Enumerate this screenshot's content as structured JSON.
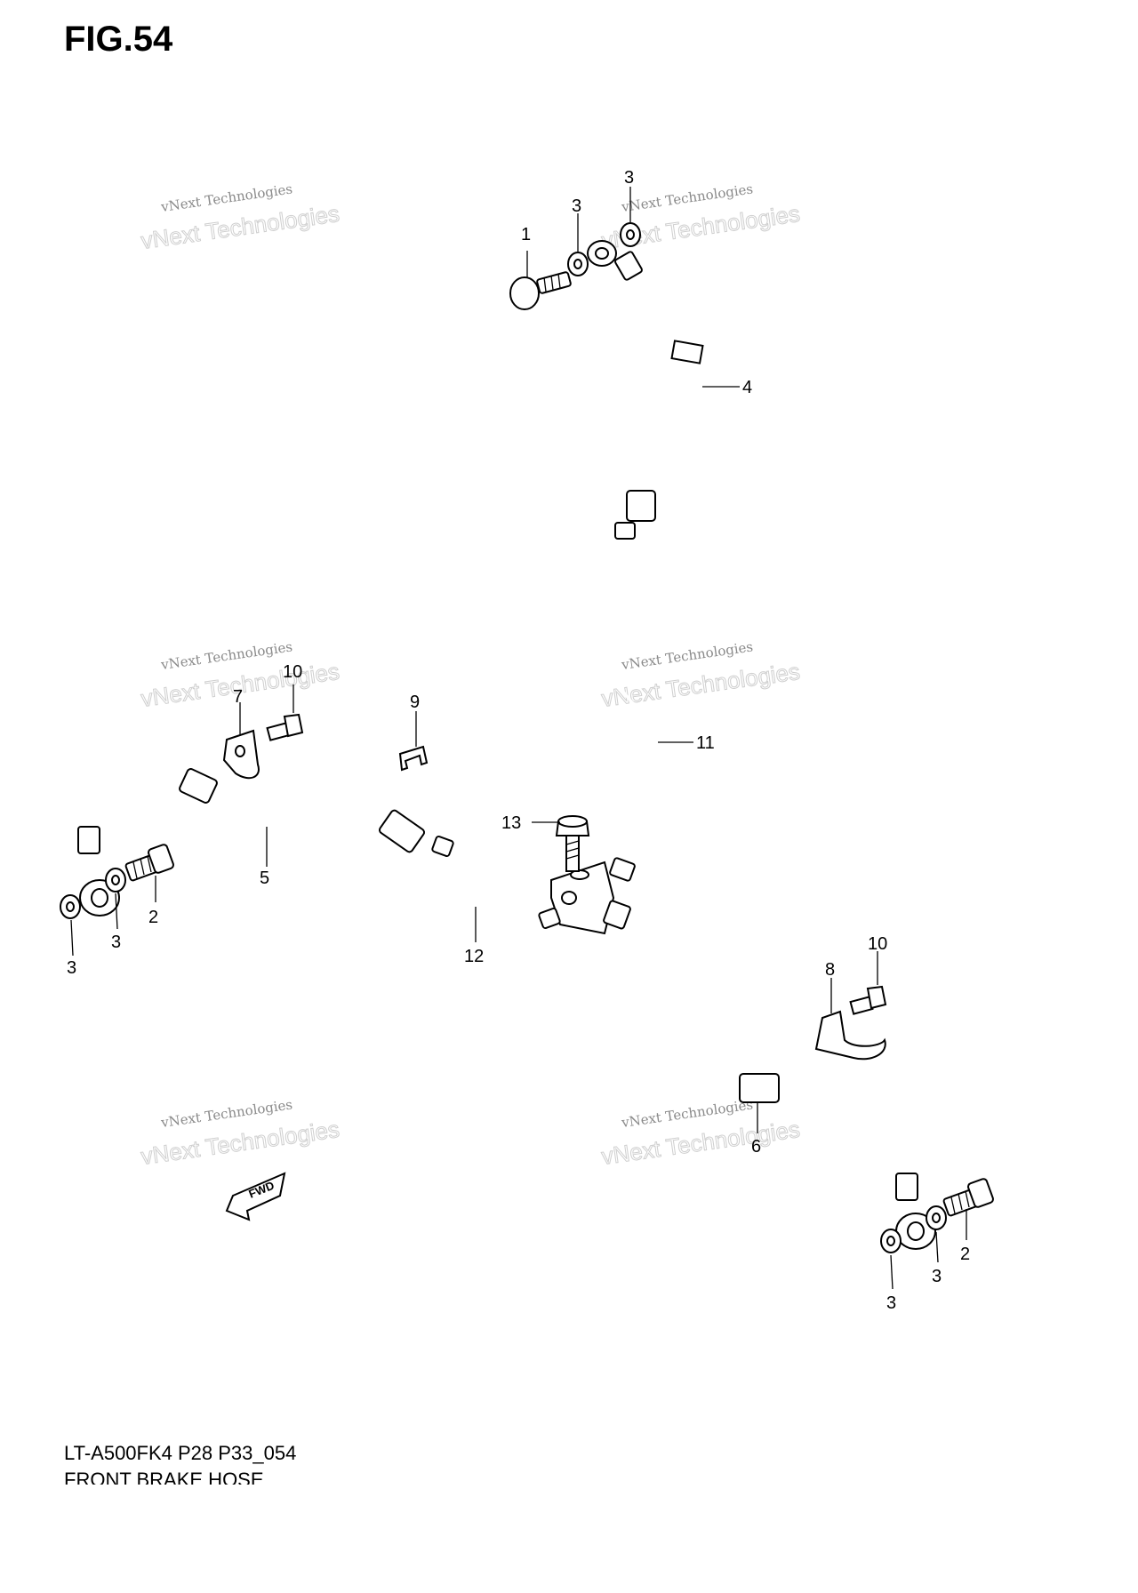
{
  "header": {
    "figure": "FIG.54"
  },
  "footer": {
    "model": "LT-A500FK4 P28 P33_054",
    "caption": "FRONT BRAKE  HOSE"
  },
  "watermark": {
    "line1": "vNext Technologies",
    "line2": "vNext Technologies"
  },
  "callouts": {
    "c1": "1",
    "c2a": "2",
    "c2b": "2",
    "c3_top1": "3",
    "c3_top2": "3",
    "c3_left1": "3",
    "c3_left2": "3",
    "c3_right1": "3",
    "c3_right2": "3",
    "c4": "4",
    "c5": "5",
    "c6": "6",
    "c7": "7",
    "c8": "8",
    "c9": "9",
    "c10a": "10",
    "c10b": "10",
    "c11": "11",
    "c12": "12",
    "c13": "13"
  },
  "fwd_label": "FWD",
  "colors": {
    "line": "#000000",
    "background": "#ffffff",
    "watermark": "#8a8a8a"
  }
}
